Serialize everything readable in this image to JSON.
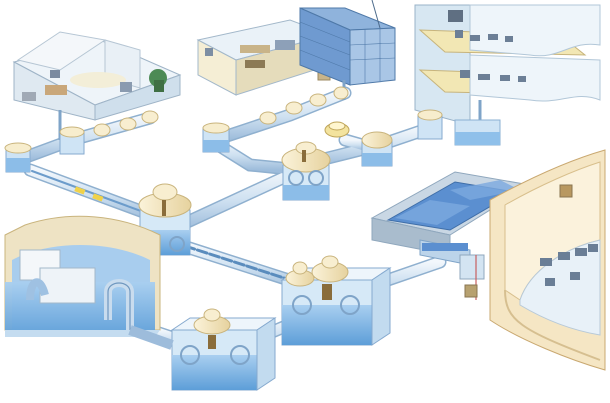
{
  "scene": {
    "colors": {
      "background": "#ffffff",
      "pipe_light": "#e3eef8",
      "pipe_mid": "#b9d3ea",
      "pipe_edge": "#7fa4c8",
      "water": "#7fb6e6",
      "water_deep": "#4f92d0",
      "tank_cream": "#f6ebc9",
      "tank_shadow": "#e4d2a0",
      "building_wall": "#d8e8f4",
      "building_floor": "#f3e7b8",
      "glass": "#5f8fc7",
      "chamber_wall": "#eee3c4"
    },
    "components": [
      "house",
      "office",
      "tower",
      "multistory",
      "small-tank",
      "inspection-chamber",
      "pump-station",
      "reservoir",
      "treatment-plant",
      "control-room"
    ]
  }
}
